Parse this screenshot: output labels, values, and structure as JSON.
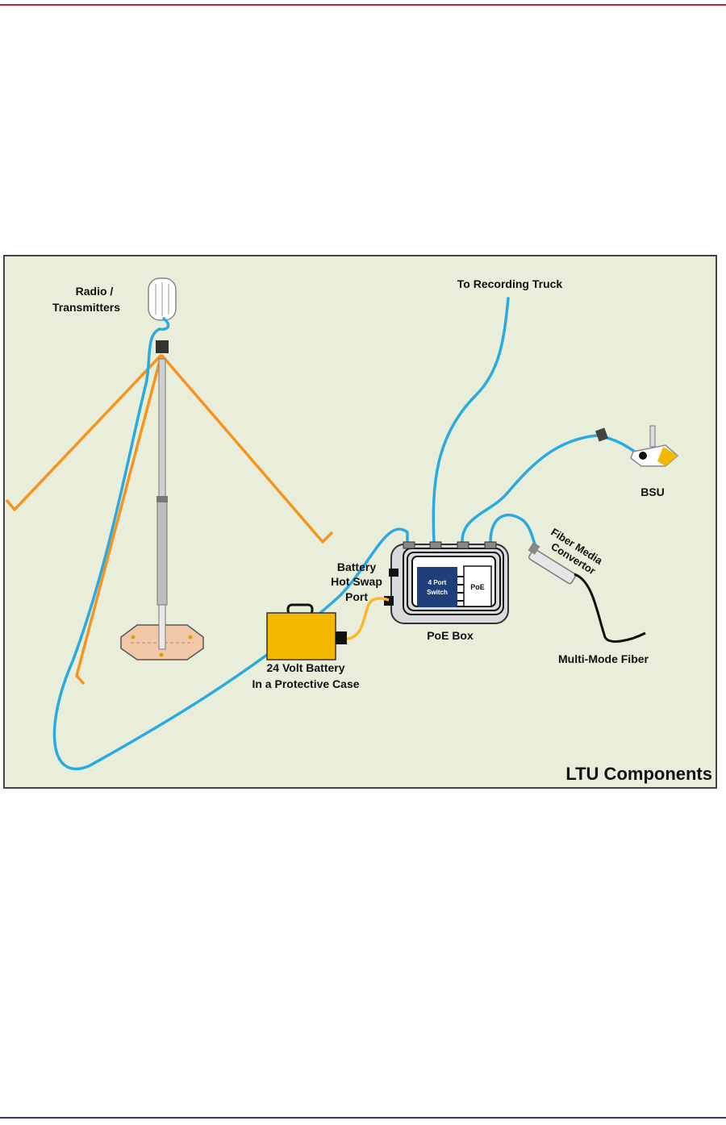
{
  "labels": {
    "radio_line1": "Radio /",
    "radio_line2": "Transmitters",
    "to_truck": "To Recording Truck",
    "bsu": "BSU",
    "fiber_line1": "Fiber Media",
    "fiber_line2": "Convertor",
    "hotswap_line1": "Battery",
    "hotswap_line2": "Hot Swap",
    "hotswap_line3": "Port",
    "switch_line1": "4 Port",
    "switch_line2": "Switch",
    "poe_inner": "PoE",
    "poe_box": "PoE Box",
    "battery_line1": "24 Volt Battery",
    "battery_line2": "In a Protective Case",
    "mm_fiber": "Multi-Mode Fiber",
    "diagram_title": "LTU Components"
  },
  "colors": {
    "panel_bg": "#e9eedb",
    "ethernet_cable": "#29abe2",
    "guy_wire": "#f7941d",
    "power_cable": "#fbb829",
    "battery_case": "#f5b800",
    "switch_fill": "#1f3f7a",
    "fiber_cable": "#111111",
    "top_rule": "#c0272d",
    "bottom_rule": "#2e3a8c"
  }
}
